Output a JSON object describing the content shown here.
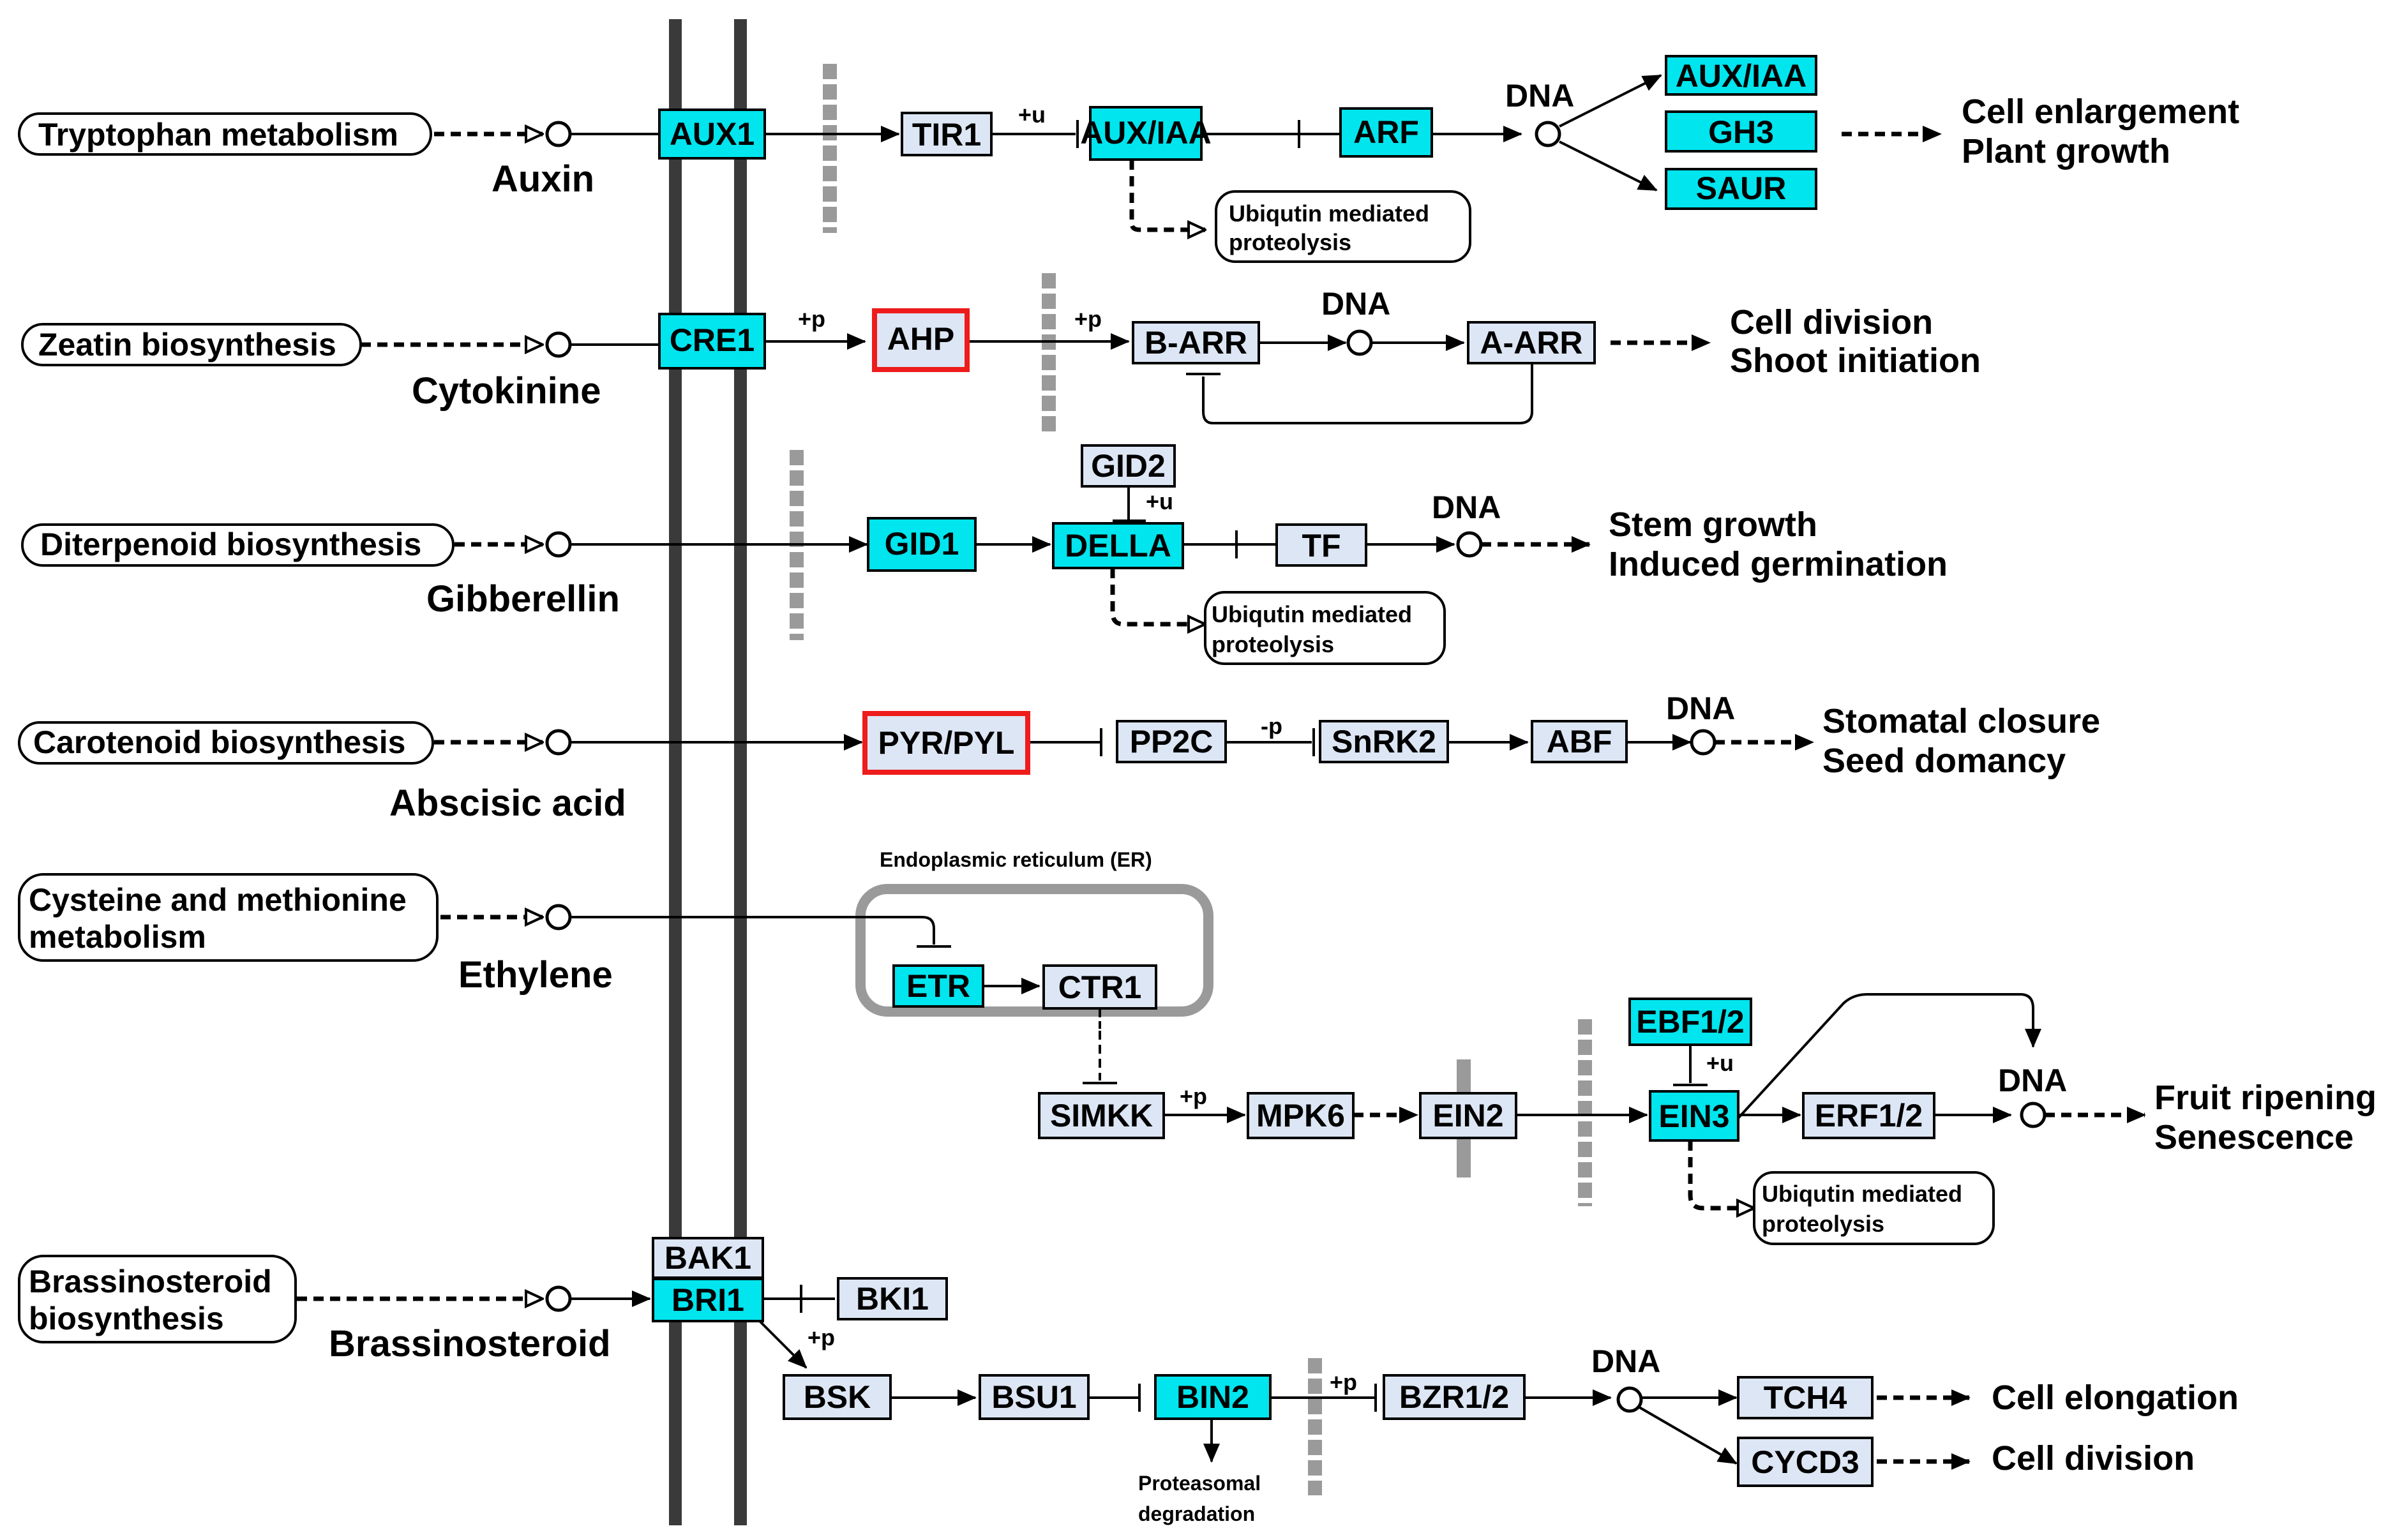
{
  "colors": {
    "cyan": "#00e5ee",
    "light": "#dde6f4",
    "red_border": "#ee1c1c",
    "membrane": "#3a3a3a",
    "gray": "#9a9a9a"
  },
  "pathways": {
    "tryptophan": "Tryptophan metabolism",
    "zeatin": "Zeatin biosynthesis",
    "diterpenoid": "Diterpenoid biosynthesis",
    "carotenoid": "Carotenoid biosynthesis",
    "cysteine_1": "Cysteine and methionine",
    "cysteine_2": "metabolism",
    "brassino_1": "Brassinosteroid",
    "brassino_2": "biosynthesis"
  },
  "hormones": {
    "auxin": "Auxin",
    "cytokinine": "Cytokinine",
    "gibberellin": "Gibberellin",
    "abscisic": "Abscisic acid",
    "ethylene": "Ethylene",
    "brassinosteroid": "Brassinosteroid"
  },
  "genes": {
    "aux1": "AUX1",
    "tir1": "TIR1",
    "auxiaa": "AUX/IAA",
    "arf": "ARF",
    "auxiaa_out": "AUX/IAA",
    "gh3": "GH3",
    "saur": "SAUR",
    "cre1": "CRE1",
    "ahp": "AHP",
    "barr": "B-ARR",
    "aarr": "A-ARR",
    "gid2": "GID2",
    "gid1": "GID1",
    "della": "DELLA",
    "tf": "TF",
    "pyrpyl": "PYR/PYL",
    "pp2c": "PP2C",
    "snrk2": "SnRK2",
    "abf": "ABF",
    "etr": "ETR",
    "ctr1": "CTR1",
    "simkk": "SIMKK",
    "mpk6": "MPK6",
    "ein2": "EIN2",
    "ebf12": "EBF1/2",
    "ein3": "EIN3",
    "erf12": "ERF1/2",
    "bak1": "BAK1",
    "bri1": "BRI1",
    "bki1": "BKI1",
    "bsk": "BSK",
    "bsu1": "BSU1",
    "bin2": "BIN2",
    "bzr12": "BZR1/2",
    "tch4": "TCH4",
    "cycd3": "CYCD3"
  },
  "outputs": {
    "cell_enlargement": "Cell enlargement",
    "plant_growth": "Plant growth",
    "cell_division": "Cell division",
    "shoot_initiation": "Shoot initiation",
    "stem_growth": "Stem growth",
    "induced_germination": "Induced germination",
    "stomatal_closure": "Stomatal closure",
    "seed_domancy": "Seed domancy",
    "fruit_ripening": "Fruit ripening",
    "senescence": "Senescence",
    "cell_elongation": "Cell elongation",
    "cell_division_2": "Cell division"
  },
  "labels": {
    "dna": "DNA",
    "plus_u": "+u",
    "plus_p": "+p",
    "minus_p": "-p",
    "ubiq_1": "Ubiqutin mediated",
    "ubiq_2": "proteolysis",
    "er": "Endoplasmic reticulum (ER)",
    "proteasomal": "Proteasomal",
    "degradation": "degradation"
  }
}
